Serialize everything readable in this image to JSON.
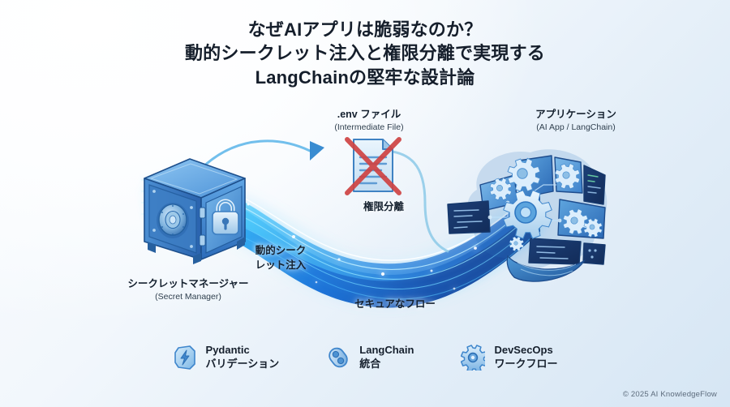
{
  "title": {
    "line1": "なぜAIアプリは脆弱なのか？",
    "line2": "動的シークレット注入と権限分離で実現する",
    "line3": "LangChainの堅牢な設計論"
  },
  "nodes": {
    "env": {
      "main": ".env ファイル",
      "sub": "(Intermediate File)"
    },
    "app": {
      "main": "アプリケーション",
      "sub": "(AI App / LangChain)"
    },
    "secret": {
      "main": "シークレットマネージャー",
      "sub": "(Secret Manager)"
    }
  },
  "flow": {
    "injection_line1": "動的シーク",
    "injection_line2": "レット注入",
    "separation": "権限分離",
    "secure": "セキュアなフロー"
  },
  "features": [
    {
      "icon": "shield-bolt-icon",
      "line1": "Pydantic",
      "line2": "バリデーション"
    },
    {
      "icon": "chain-link-icon",
      "line1": "LangChain",
      "line2": "統合"
    },
    {
      "icon": "gear-icon",
      "line1": "DevSecOps",
      "line2": "ワークフロー"
    }
  ],
  "footer": {
    "copyright": "© 2025 AI KnowledgeFlow"
  },
  "colors": {
    "accent_blue": "#2b7fd4",
    "stream_cyan": "#2fc8ff",
    "deep_blue": "#103a7a",
    "cross_red": "#d04545",
    "text_dark": "#16202d",
    "bg_top_left": "#ffffff",
    "bg_bottom_right": "#d6e6f4"
  }
}
